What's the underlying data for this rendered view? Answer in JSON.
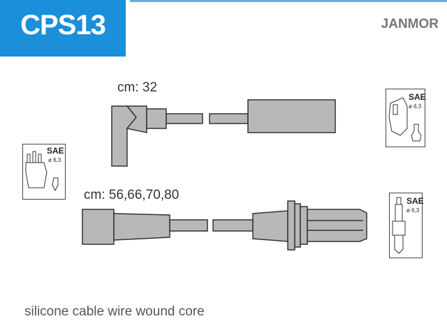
{
  "header": {
    "product_code": "CPS13",
    "brand": "JANMOR",
    "accent_color": "#1b8fd9"
  },
  "cables": [
    {
      "length_label": "cm: 32"
    },
    {
      "length_label": "cm: 56,66,70,80"
    }
  ],
  "connectors": [
    {
      "standard": "SAE",
      "diameter": "ø 6,3"
    },
    {
      "standard": "SAE",
      "diameter": "ø 6,3"
    },
    {
      "standard": "SAE",
      "diameter": "ø 6,3"
    }
  ],
  "footer": {
    "description": "silicone cable wire wound core"
  }
}
